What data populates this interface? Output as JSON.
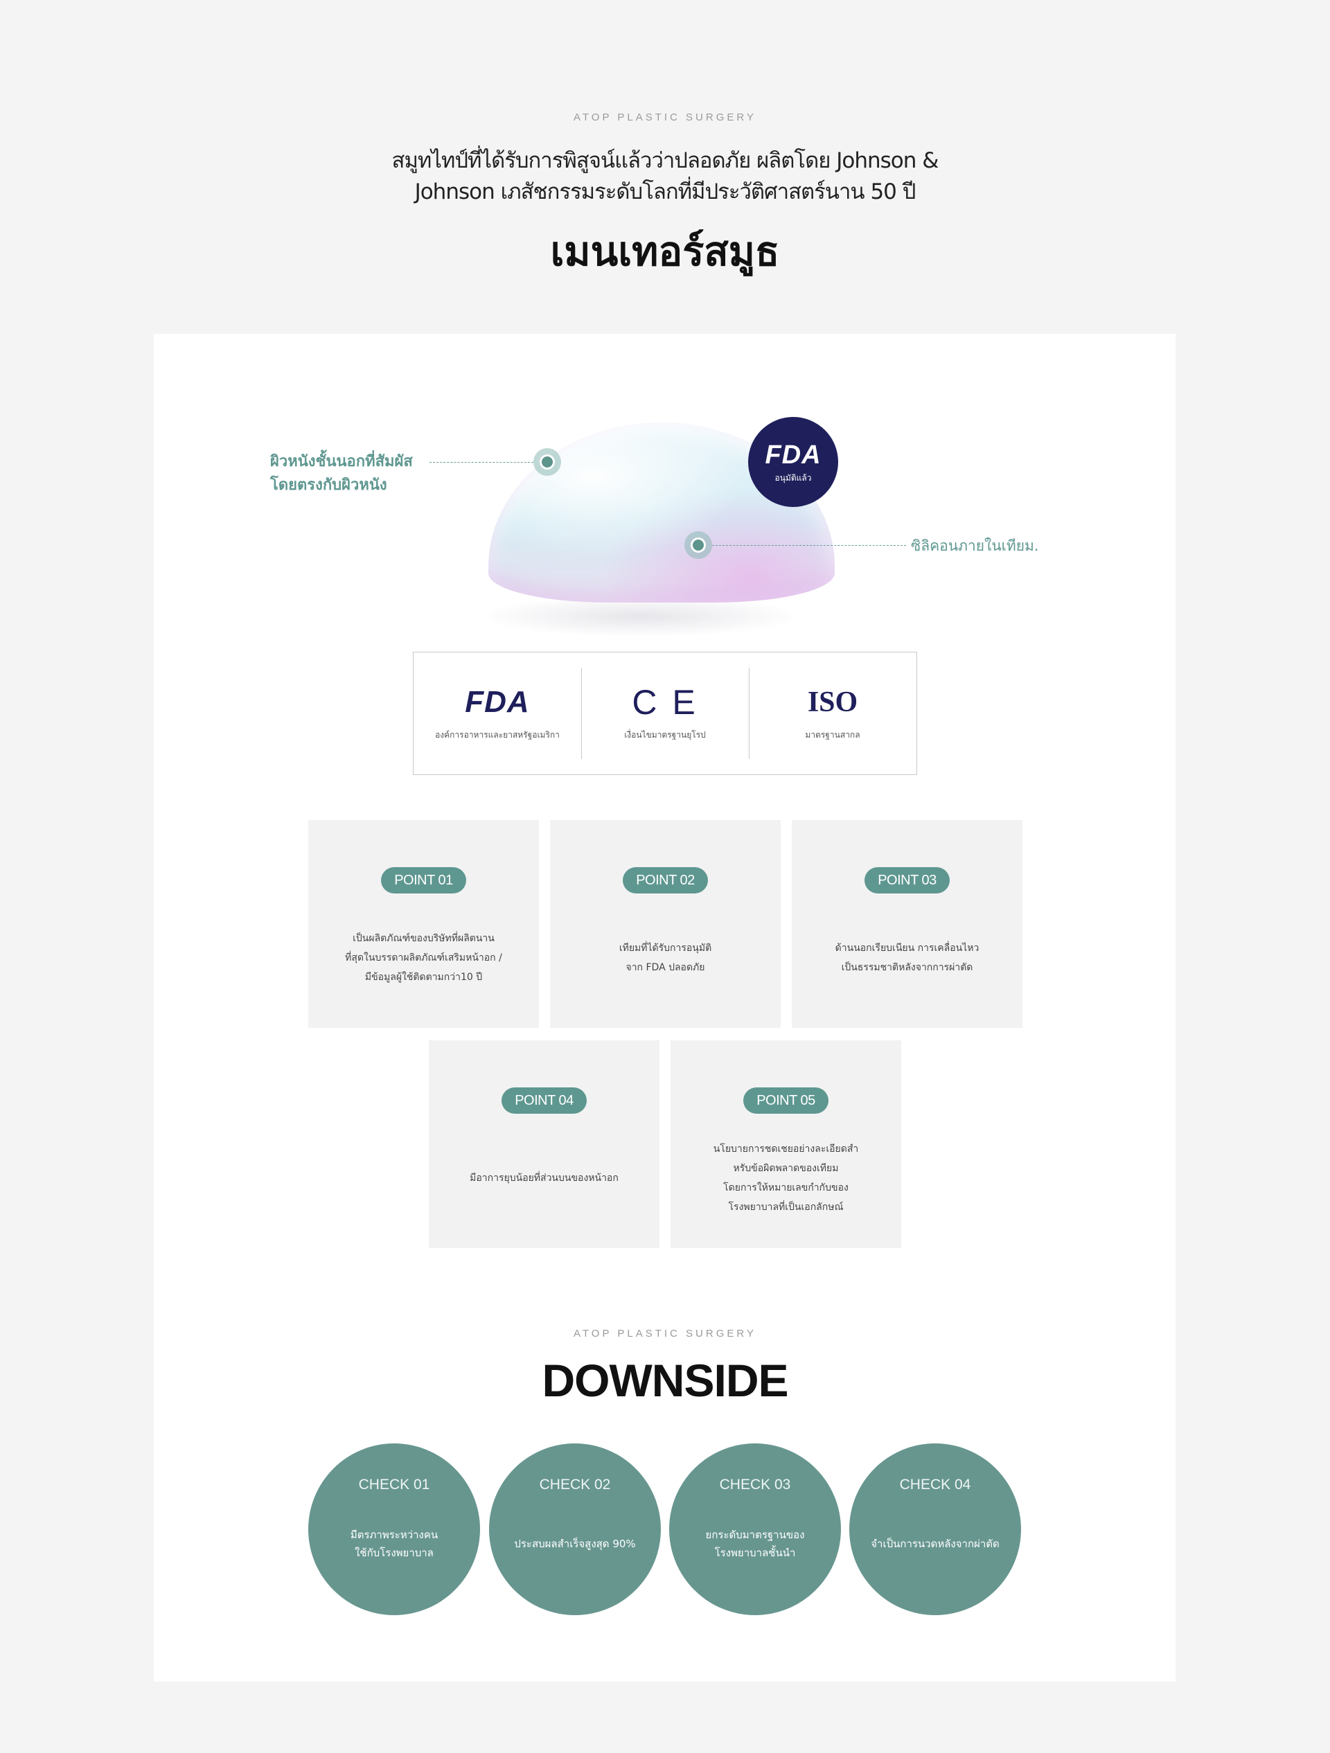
{
  "header": {
    "brand": "ATOP PLASTIC SURGERY",
    "intro": "สมูทไทป์ที่ได้รับการพิสูจน์แล้วว่าปลอดภัย ผลิตโดย Johnson & Johnson เภสัชกรรมระดับโลกที่มีประวัติศาสตร์นาน 50 ปี",
    "title": "เมนเทอร์สมูธ"
  },
  "diagram": {
    "callout_left": "ผิวหนังชั้นนอกที่สัมผัส\nโดยตรงกับผิวหนัง",
    "callout_right": "ซิลิคอนภายในเทียม.",
    "fda_badge_logo": "FDA",
    "fda_badge_sub": "อนุมัติแล้ว"
  },
  "certifications": [
    {
      "logo": "FDA",
      "label": "องค์การอาหารและยาสหรัฐอเมริกา"
    },
    {
      "logo": "C E",
      "label": "เงื่อนไขมาตรฐานยุโรป"
    },
    {
      "logo": "ISO",
      "label": "มาตรฐานสากล"
    }
  ],
  "points": [
    {
      "label": "POINT 01",
      "text": "เป็นผลิตภัณฑ์ของบริษัทที่ผลิตนาน\nที่สุดในบรรดาผลิตภัณฑ์เสริมหน้าอก /\nมีข้อมูลผู้ใช้ติดตามกว่า10 ปี"
    },
    {
      "label": "POINT 02",
      "text": "เทียมที่ได้รับการอนุมัติ\nจาก FDA ปลอดภัย"
    },
    {
      "label": "POINT 03",
      "text": "ด้านนอกเรียบเนียน การเคลื่อนไหว\nเป็นธรรมชาติหลังจากการผ่าตัด"
    },
    {
      "label": "POINT 04",
      "text": "มีอาการยุบน้อยที่ส่วนบนของหน้าอก"
    },
    {
      "label": "POINT 05",
      "text": "นโยบายการชดเชยอย่างละเอียดสำ\nหรับข้อผิดพลาดของเทียม\nโดยการให้หมายเลขกำกับของ\nโรงพยาบาลที่เป็นเอกลักษณ์"
    }
  ],
  "downside": {
    "brand": "ATOP PLASTIC SURGERY",
    "title": "DOWNSIDE",
    "checks": [
      {
        "label": "CHECK 01",
        "text": "มีตรภาพระหว่างคน\nใช้กับโรงพยาบาล"
      },
      {
        "label": "CHECK 02",
        "text": "ประสบผลสำเร็จสูงสุด 90%"
      },
      {
        "label": "CHECK 03",
        "text": "ยกระดับมาตรฐานของ\nโรงพยาบาลชั้นนำ"
      },
      {
        "label": "CHECK 04",
        "text": "จำเป็นการนวดหลังจากผ่าตัด"
      }
    ]
  },
  "colors": {
    "accent": "#5e9790",
    "check_circle": "#67968f",
    "fda_navy": "#1f1f5c",
    "page_bg": "#f4f4f4"
  }
}
